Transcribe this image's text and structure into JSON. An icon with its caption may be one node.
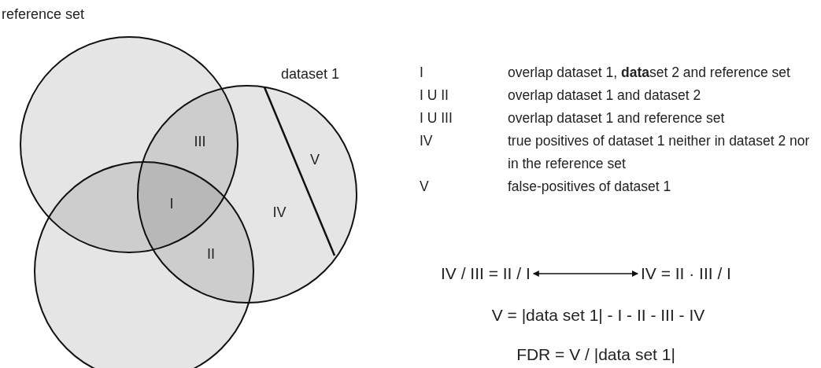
{
  "diagram": {
    "nodes": [
      {
        "text": [
          "reference set"
        ]
      },
      {
        "text": [
          "dataset 1"
        ]
      },
      {
        "text": [],
        "shape": "circle"
      },
      {
        "text": [
          "IV / III = II / I"
        ]
      },
      {
        "text": [
          "IV = II · III / I"
        ]
      }
    ],
    "edges": [
      {
        "from": 3,
        "to": 4,
        "arrow": "both"
      }
    ],
    "labels": [
      "III",
      "V",
      "I",
      "IV",
      "II",
      "I",
      "overlap dataset 1, **data**set 2 and reference set",
      "I U II",
      "overlap dataset 1 and dataset 2",
      "I U III",
      "overlap dataset 1 and reference set",
      "IV",
      "true positives of dataset 1 neither in dataset 2 nor in the reference set",
      "V",
      "false-positives of dataset 1",
      "V = |data set 1| - I - II - III - IV",
      "FDR = V / |data set 1|"
    ]
  }
}
